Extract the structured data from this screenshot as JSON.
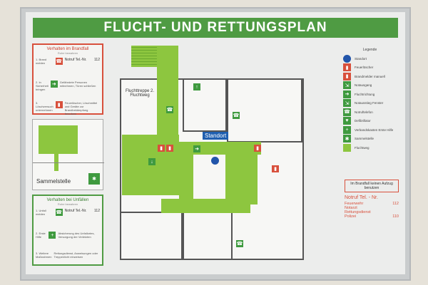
{
  "title": "FLUCHT- UND RETTUNGSPLAN",
  "fire_panel": {
    "heading": "Verhalten im Brandfall",
    "sub": "Ruhe bewahren",
    "steps": [
      {
        "label": "1. Brand melden",
        "text": "Notruf Tel.-Nr.",
        "number": "112"
      },
      {
        "label": "2. In Sicherheit bringen",
        "text": "Gefährdete Personen mitnehmen, Türen schließen"
      },
      {
        "label": "3. Löschversuch unternehmen",
        "text": "Feuerlöscher, Löschmittel und Geräte zur Brandbekämpfung benutzen"
      }
    ]
  },
  "accident_panel": {
    "heading": "Verhalten bei Unfällen",
    "sub": "Ruhe bewahren",
    "steps": [
      {
        "label": "1. Unfall melden",
        "text": "Notruf Tel.-Nr.",
        "number": "112"
      },
      {
        "label": "2. Erste Hilfe",
        "text": "Absicherung des Unfallortes, Versorgung der Verletzten"
      },
      {
        "label": "3. Weitere Maßnahmen",
        "text": "Rettungsdienst, Anweisungen oder Treppenlicht einweisen"
      }
    ]
  },
  "map": {
    "assembly_label": "Sammelstelle"
  },
  "plan": {
    "standort": "Standort",
    "stair_label": "Fluchttreppe 2. Fluchtweg"
  },
  "legend": {
    "title": "Legende",
    "items": [
      {
        "label": "Standort",
        "icon": "location-dot-icon",
        "color": "#2255aa"
      },
      {
        "label": "Feuerlöscher",
        "icon": "fire-extinguisher-icon",
        "color": "#d8503c"
      },
      {
        "label": "Brandmelder manuell",
        "icon": "fire-alarm-icon",
        "color": "#d8503c"
      },
      {
        "label": "Notausgang",
        "icon": "emergency-exit-icon",
        "color": "#3f9a3f"
      },
      {
        "label": "Fluchtrichtung",
        "icon": "arrow-right-icon",
        "color": "#3f9a3f"
      },
      {
        "label": "Notausstieg Fenster",
        "icon": "window-exit-icon",
        "color": "#3f9a3f"
      },
      {
        "label": "Notruftelefon",
        "icon": "phone-icon",
        "color": "#3f9a3f"
      },
      {
        "label": "Defibrillator",
        "icon": "defibrillator-icon",
        "color": "#3f9a3f"
      },
      {
        "label": "Verbandskasten Erste Hilfe",
        "icon": "first-aid-icon",
        "color": "#3f9a3f"
      },
      {
        "label": "Sammelstelle",
        "icon": "assembly-point-icon",
        "color": "#3f9a3f"
      },
      {
        "label": "Fluchtweg",
        "icon": "escape-route-swatch",
        "color": "#8dc63f"
      }
    ]
  },
  "notice": "Im Brandfall keinen Aufzug benutzen",
  "numbers": {
    "title": "Notruf Tel. - Nr.",
    "rows": [
      {
        "k": "Feuerwehr",
        "v": "112"
      },
      {
        "k": "Notarzt",
        "v": ""
      },
      {
        "k": "Rettungsdienst",
        "v": ""
      },
      {
        "k": "Polizei",
        "v": "110"
      }
    ]
  }
}
